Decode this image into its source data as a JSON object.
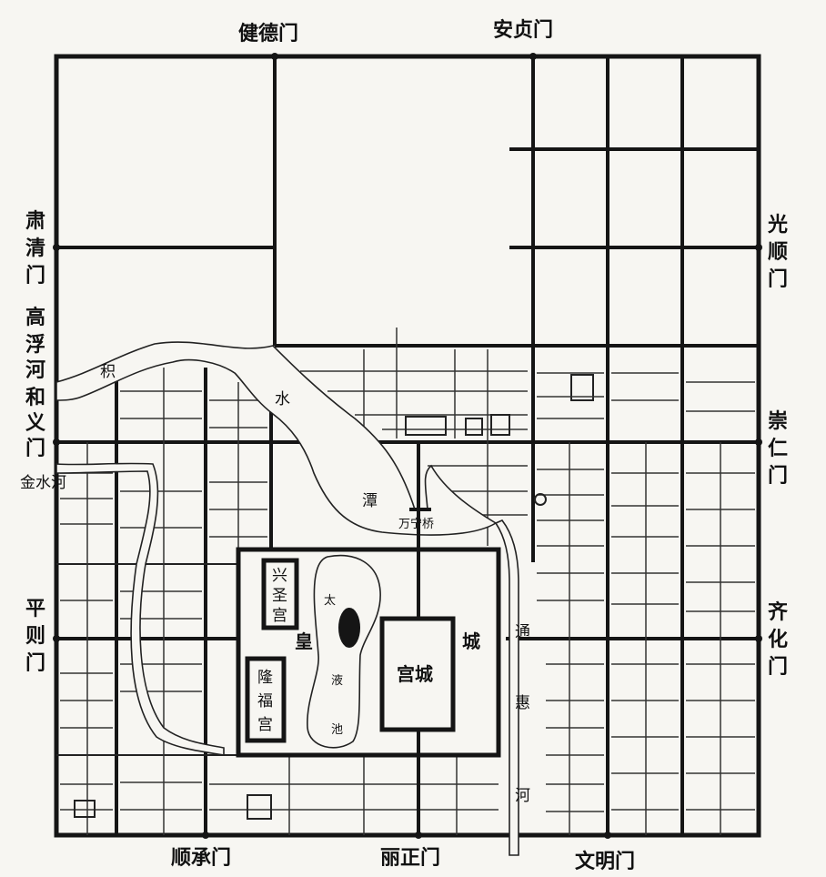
{
  "map": {
    "gates": {
      "top_left": "健德门",
      "top_right": "安贞门",
      "left_1": [
        "肃",
        "清",
        "门"
      ],
      "left_2": [
        "和",
        "义",
        "门"
      ],
      "left_3": [
        "平",
        "则",
        "门"
      ],
      "right_1": [
        "光",
        "顺",
        "门"
      ],
      "right_2": [
        "崇",
        "仁",
        "门"
      ],
      "right_3": [
        "齐",
        "化",
        "门"
      ],
      "bottom_left": "顺承门",
      "bottom_center": "丽正门",
      "bottom_right": "文明门"
    },
    "rivers": {
      "gaofu": [
        "高",
        "浮",
        "河"
      ],
      "jinshui": "金水河",
      "jishuitan": [
        "积",
        "水",
        "潭"
      ],
      "tonghui": [
        "通",
        "惠",
        "河"
      ],
      "taiye": [
        "太",
        "液",
        "池"
      ]
    },
    "places": {
      "wanning_bridge": "万宁桥",
      "xingsheng_palace": [
        "兴",
        "圣",
        "宫"
      ],
      "longfu_palace": [
        "隆",
        "福",
        "宫"
      ],
      "imperial_city": [
        "皇",
        "城"
      ],
      "palace_city": "宫城"
    },
    "colors": {
      "ink": "#151515",
      "paper": "#f7f6f2"
    }
  }
}
